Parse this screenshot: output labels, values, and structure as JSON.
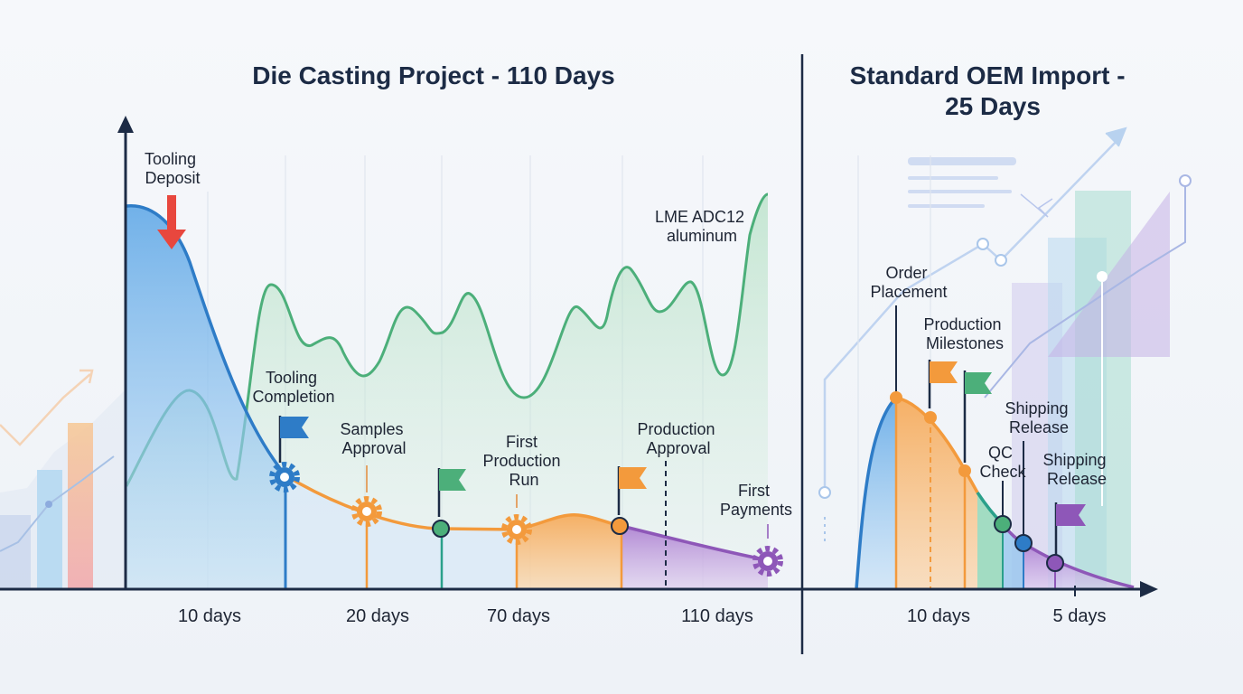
{
  "left_panel": {
    "title": "Die Casting Project - 110 Days",
    "tooling_deposit": [
      "Tooling",
      "Deposit"
    ],
    "lme_label": [
      "LME ADC12",
      "aluminum"
    ],
    "milestones": {
      "tooling_completion": [
        "Tooling",
        "Completion"
      ],
      "samples_approval": [
        "Samples",
        "Approval"
      ],
      "first_production_run": [
        "First",
        "Production",
        "Run"
      ],
      "production_approval": [
        "Production",
        "Approval"
      ],
      "first_payments": [
        "First",
        "Payments"
      ]
    },
    "ticks": [
      "10 days",
      "20 days",
      "70 days",
      "110 days"
    ]
  },
  "right_panel": {
    "title": [
      "Standard OEM Import -",
      "25 Days"
    ],
    "milestones": {
      "order_placement": [
        "Order",
        "Placement"
      ],
      "production_milestones": [
        "Production",
        "Milestones"
      ],
      "shipping_release_1": [
        "Shipping",
        "Release"
      ],
      "qc_check": [
        "QC",
        "Check"
      ],
      "shipping_release_2": [
        "Shipping",
        "Release"
      ]
    },
    "ticks": [
      "10 days",
      "5 days"
    ]
  },
  "colors": {
    "blue": "#3b8fd9",
    "orange": "#f39a3c",
    "green": "#4caf7a",
    "purple": "#8e57b8",
    "red": "#e8473e",
    "axis": "#1c2b45"
  }
}
